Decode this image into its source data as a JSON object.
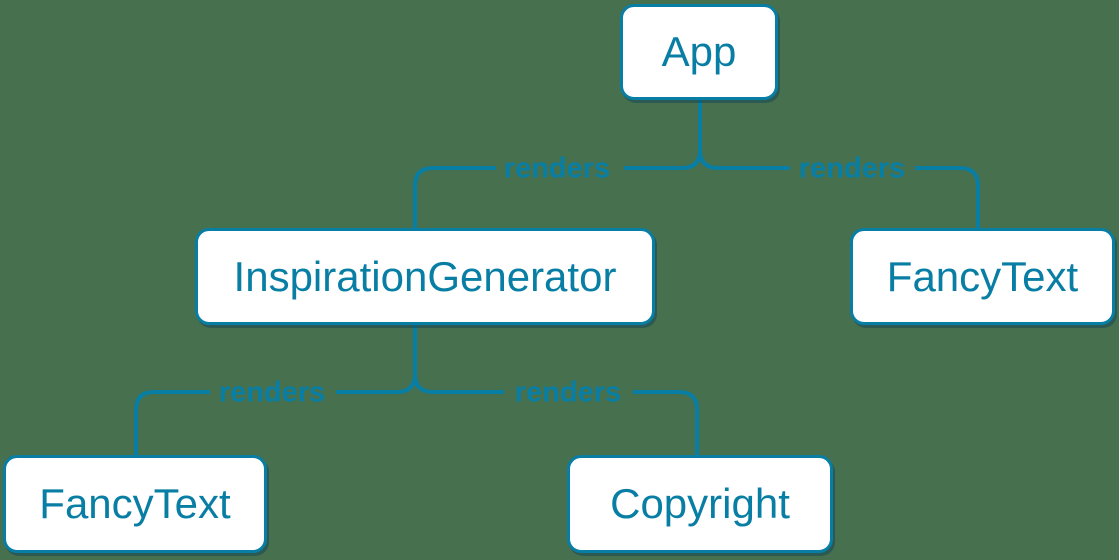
{
  "diagram": {
    "title": "component-render-tree",
    "colors": {
      "background": "#47704E",
      "accent": "#087ea4",
      "node_fill": "#ffffff",
      "node_shadow": "rgba(10, 62, 88, 0.45)"
    },
    "nodes": [
      {
        "id": "app",
        "label": "App"
      },
      {
        "id": "inspiration-generator",
        "label": "InspirationGenerator"
      },
      {
        "id": "fancy-text-top-right",
        "label": "FancyText"
      },
      {
        "id": "fancy-text-bottom-left",
        "label": "FancyText"
      },
      {
        "id": "copyright",
        "label": "Copyright"
      }
    ],
    "edges": [
      {
        "from": "App",
        "to": "InspirationGenerator",
        "label": "renders"
      },
      {
        "from": "App",
        "to": "FancyText",
        "label": "renders"
      },
      {
        "from": "InspirationGenerator",
        "to": "FancyText",
        "label": "renders"
      },
      {
        "from": "InspirationGenerator",
        "to": "Copyright",
        "label": "renders"
      }
    ]
  }
}
